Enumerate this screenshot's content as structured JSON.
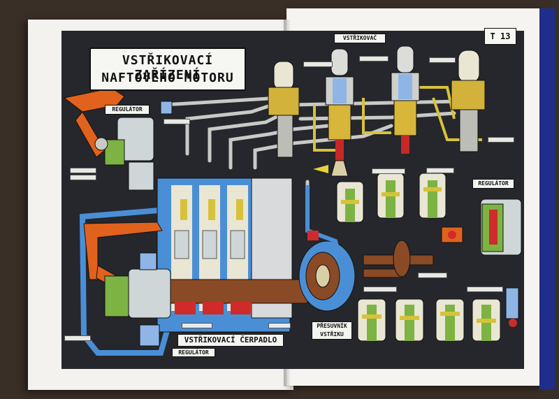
{
  "plate": {
    "title_line1": "VSTŘIKOVACÍ ZAŘÍZENÍ",
    "title_line2": "NAFTOVÉHO MOTORU",
    "sheet_number": "T 13"
  },
  "labels": {
    "regulator_top": "REGULÁTOR",
    "regulator_bottom": "REGULÁTOR",
    "regulator_right": "REGULÁTOR",
    "vstrikovac": "VSTŘIKOVAČ",
    "injection_pump": "VSTŘIKOVACÍ ČERPADLO",
    "presuvnik_line1": "PŘESUVNÍK",
    "presuvnik_line2": "VSTŘIKU"
  },
  "colors": {
    "background": "#25272c",
    "housing_blue": "#4a8fd6",
    "lever_orange": "#e0621d",
    "nozzle_yellow": "#d7b63a",
    "pipe_grey": "#c9c9c6",
    "spring_blue": "#8fb5e6",
    "green_part": "#7cb342",
    "red_part": "#cf2b2b",
    "brown_shaft": "#8a4a25"
  }
}
